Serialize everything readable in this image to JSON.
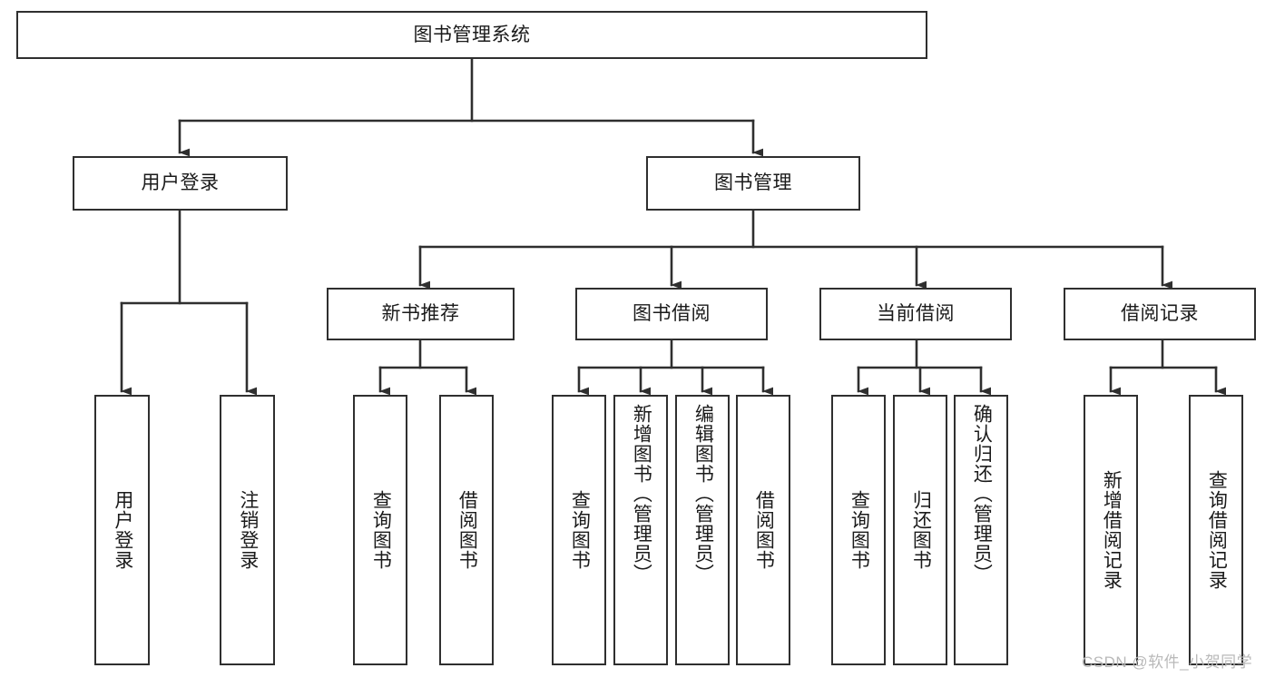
{
  "diagram": {
    "title": "图书管理系统",
    "type": "tree-hierarchy-diagram",
    "colors": {
      "box_border": "#2f2f2f",
      "box_fill": "#ffffff",
      "connector": "#2f2f2f",
      "text": "#1a1a1a",
      "watermark": "#b9b9b9",
      "background": "#ffffff"
    },
    "root": {
      "label": "图书管理系统"
    },
    "level2": [
      {
        "label": "用户登录"
      },
      {
        "label": "图书管理"
      }
    ],
    "level3": [
      {
        "label": "新书推荐"
      },
      {
        "label": "图书借阅"
      },
      {
        "label": "当前借阅"
      },
      {
        "label": "借阅记录"
      }
    ],
    "leaves": {
      "user_login": [
        {
          "label": "用户登录"
        },
        {
          "label": "注销登录"
        }
      ],
      "new_book_recommend": [
        {
          "label": "查询图书"
        },
        {
          "label": "借阅图书"
        }
      ],
      "book_borrow": [
        {
          "label": "查询图书"
        },
        {
          "label": "新增图书（管理员）"
        },
        {
          "label": "编辑图书（管理员）"
        },
        {
          "label": "借阅图书"
        }
      ],
      "current_borrow": [
        {
          "label": "查询图书"
        },
        {
          "label": "归还图书"
        },
        {
          "label": "确认归还（管理员）"
        }
      ],
      "borrow_record": [
        {
          "label": "新增借阅记录"
        },
        {
          "label": "查询借阅记录"
        }
      ]
    }
  },
  "watermark": {
    "text": "CSDN @软件_小贺同学"
  }
}
